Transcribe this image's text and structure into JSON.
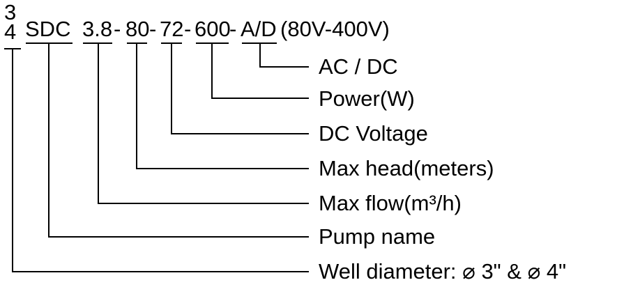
{
  "model_code": {
    "diameter_top": "3",
    "diameter_bottom": "4",
    "pump_name": "SDC",
    "max_flow": "3.8",
    "sep1": "-",
    "max_head": "80",
    "sep2": "-",
    "dc_voltage": "72",
    "sep3": "-",
    "power": "600",
    "sep4": "-",
    "ac_dc": "A/D",
    "voltage_range": "(80V-400V)"
  },
  "labels": {
    "ac_dc": "AC / DC",
    "power": "Power(W)",
    "dc_voltage": "DC Voltage",
    "max_head": "Max head(meters)",
    "max_flow": "Max flow(m³/h)",
    "pump_name": "Pump name",
    "well_diameter": "Well diameter: ⌀ 3\" & ⌀ 4\""
  }
}
